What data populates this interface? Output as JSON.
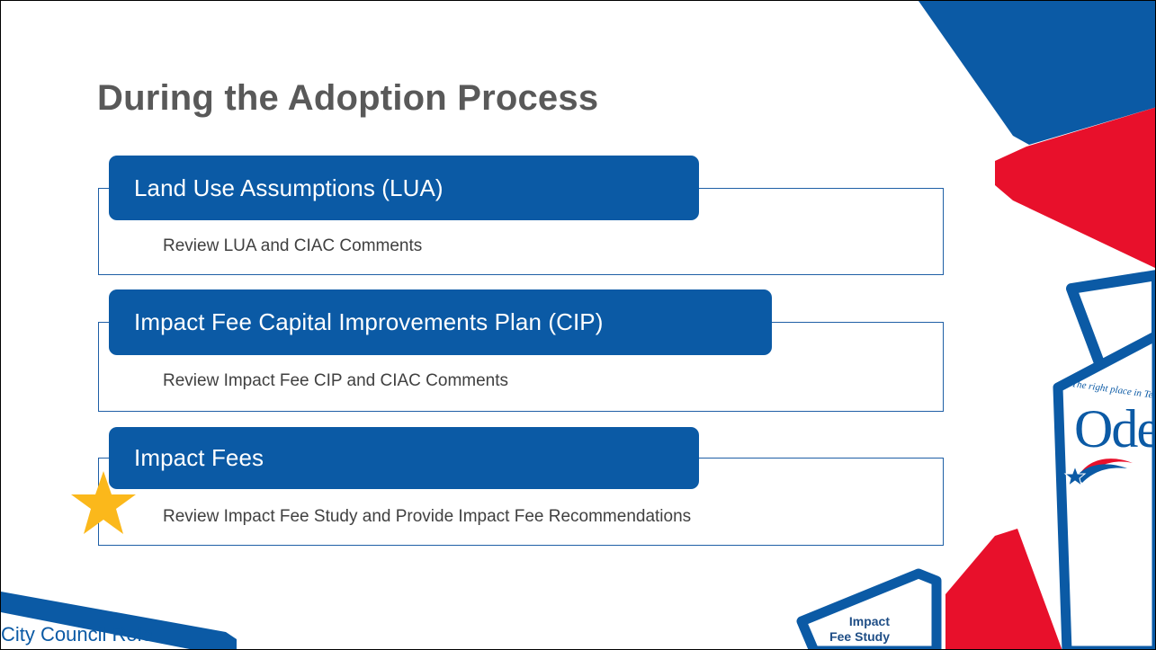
{
  "slide": {
    "title": "During the Adoption Process",
    "sections": [
      {
        "header": "Land Use Assumptions (LUA)",
        "description": "Review LUA and CIAC Comments"
      },
      {
        "header": "Impact Fee Capital Improvements Plan (CIP)",
        "description": "Review Impact Fee CIP and CIAC Comments"
      },
      {
        "header": "Impact Fees",
        "description": "Review Impact Fee Study and Provide Impact Fee Recommendations"
      }
    ],
    "footer_label": "City Council Role",
    "badge_line1": "Impact",
    "badge_line2": "Fee Study",
    "logo": {
      "tagline": "The right place in Texas",
      "wordmark": "Odessa"
    }
  },
  "colors": {
    "brand_blue": "#0b5aa5",
    "brand_red": "#e8102b",
    "accent_star": "#fbb81b",
    "title_gray": "#595959"
  },
  "icons": {
    "highlight": "star-icon",
    "logo_mark": "texas-flag-star-icon"
  }
}
